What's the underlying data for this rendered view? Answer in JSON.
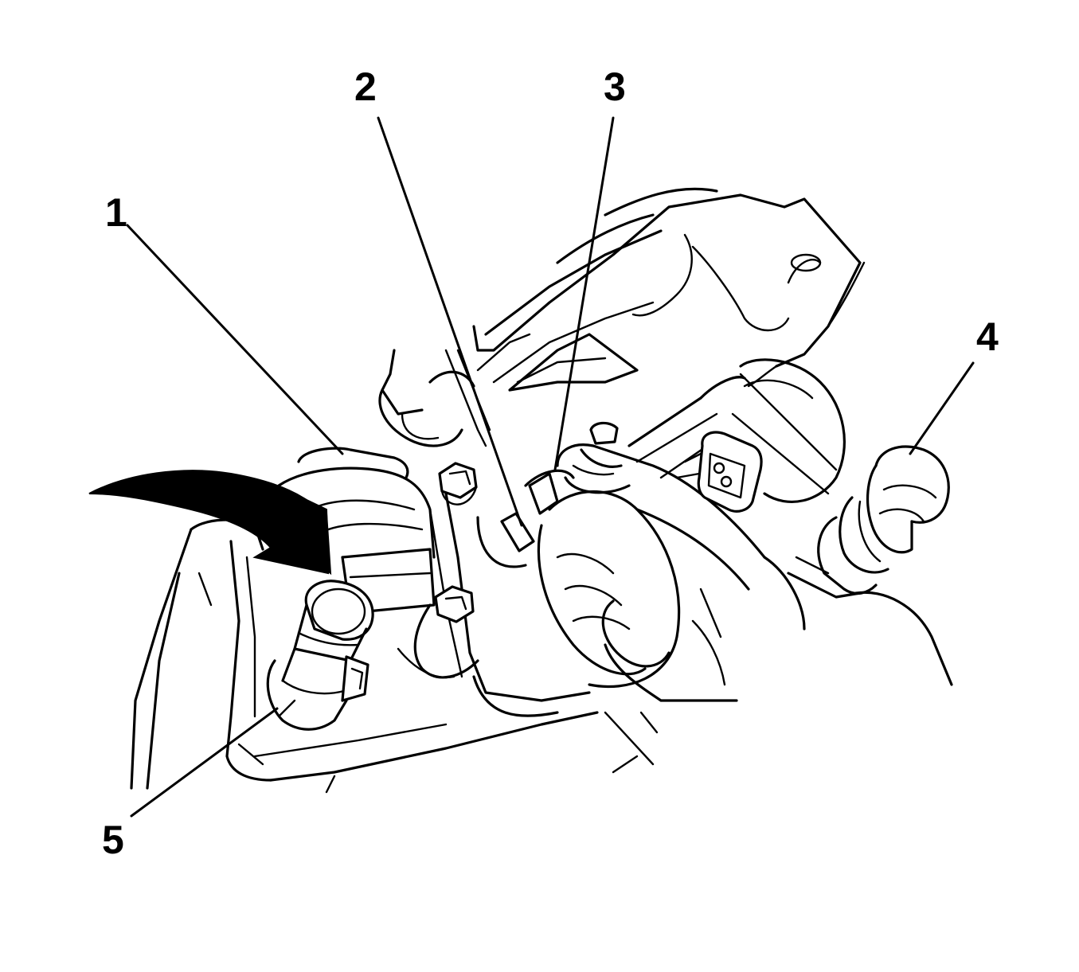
{
  "callouts": [
    {
      "id": "1",
      "label": "1"
    },
    {
      "id": "2",
      "label": "2"
    },
    {
      "id": "3",
      "label": "3"
    },
    {
      "id": "4",
      "label": "4"
    },
    {
      "id": "5",
      "label": "5"
    }
  ],
  "icons": [
    "rotation-arrow-icon"
  ],
  "colors": {
    "line": "#000000",
    "background": "#ffffff"
  }
}
